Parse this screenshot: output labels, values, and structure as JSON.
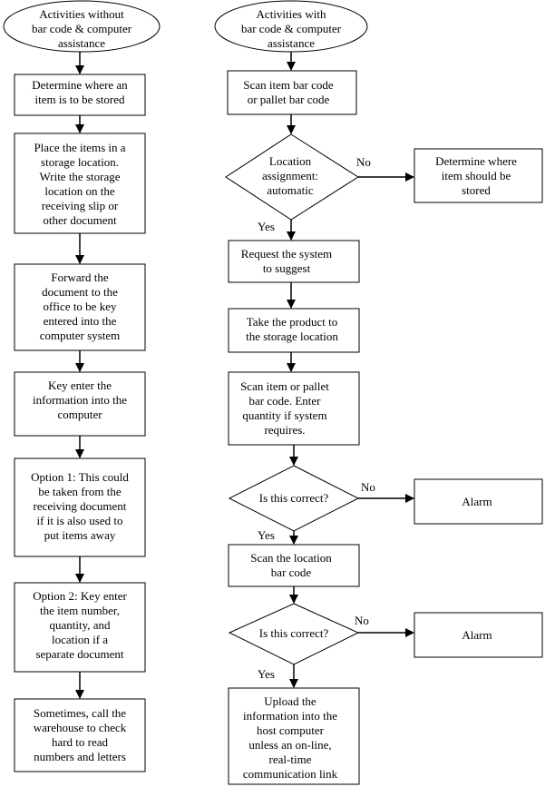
{
  "left_column": {
    "header": [
      "Activities without",
      "bar code & computer",
      "assistance"
    ],
    "steps": [
      [
        "Determine where an",
        "item is to be stored"
      ],
      [
        "Place the items in a",
        "storage location.",
        "Write the storage",
        "location on the",
        "receiving slip or",
        "other document"
      ],
      [
        "Forward the",
        "document to the",
        "office to be key",
        "entered into the",
        "computer system"
      ],
      [
        "Key enter the",
        "information into the",
        "computer"
      ],
      [
        "Option 1: This could",
        "be taken from the",
        "receiving document",
        "if it is also used to",
        "put items away"
      ],
      [
        "Option 2: Key enter",
        "the item number,",
        "quantity, and",
        "location if a",
        "separate document"
      ],
      [
        "Sometimes, call the",
        "warehouse to check",
        "hard to read",
        "numbers and letters"
      ]
    ]
  },
  "right_column": {
    "header": [
      "Activities with",
      "bar code & computer",
      "assistance"
    ],
    "scan_item": [
      "Scan item bar code",
      "or pallet bar code"
    ],
    "decision_location": [
      "Location",
      "assignment:",
      "automatic"
    ],
    "determine_where": [
      "Determine where",
      "item should be",
      "stored"
    ],
    "request_system": [
      "Request the system",
      "to suggest"
    ],
    "take_product": [
      "Take the product to",
      "the storage location"
    ],
    "scan_pallet": [
      "Scan item or pallet",
      "bar code.  Enter",
      "quantity if system",
      "requires."
    ],
    "decision_correct_1": [
      "Is this correct?"
    ],
    "alarm_1": [
      "Alarm"
    ],
    "scan_location": [
      "Scan the location",
      "bar code"
    ],
    "decision_correct_2": [
      "Is this correct?"
    ],
    "alarm_2": [
      "Alarm"
    ],
    "upload": [
      "Upload the",
      "information into the",
      "host computer",
      "unless an on-line,",
      "real-time",
      "communication link"
    ]
  },
  "labels": {
    "yes": "Yes",
    "no": "No"
  }
}
